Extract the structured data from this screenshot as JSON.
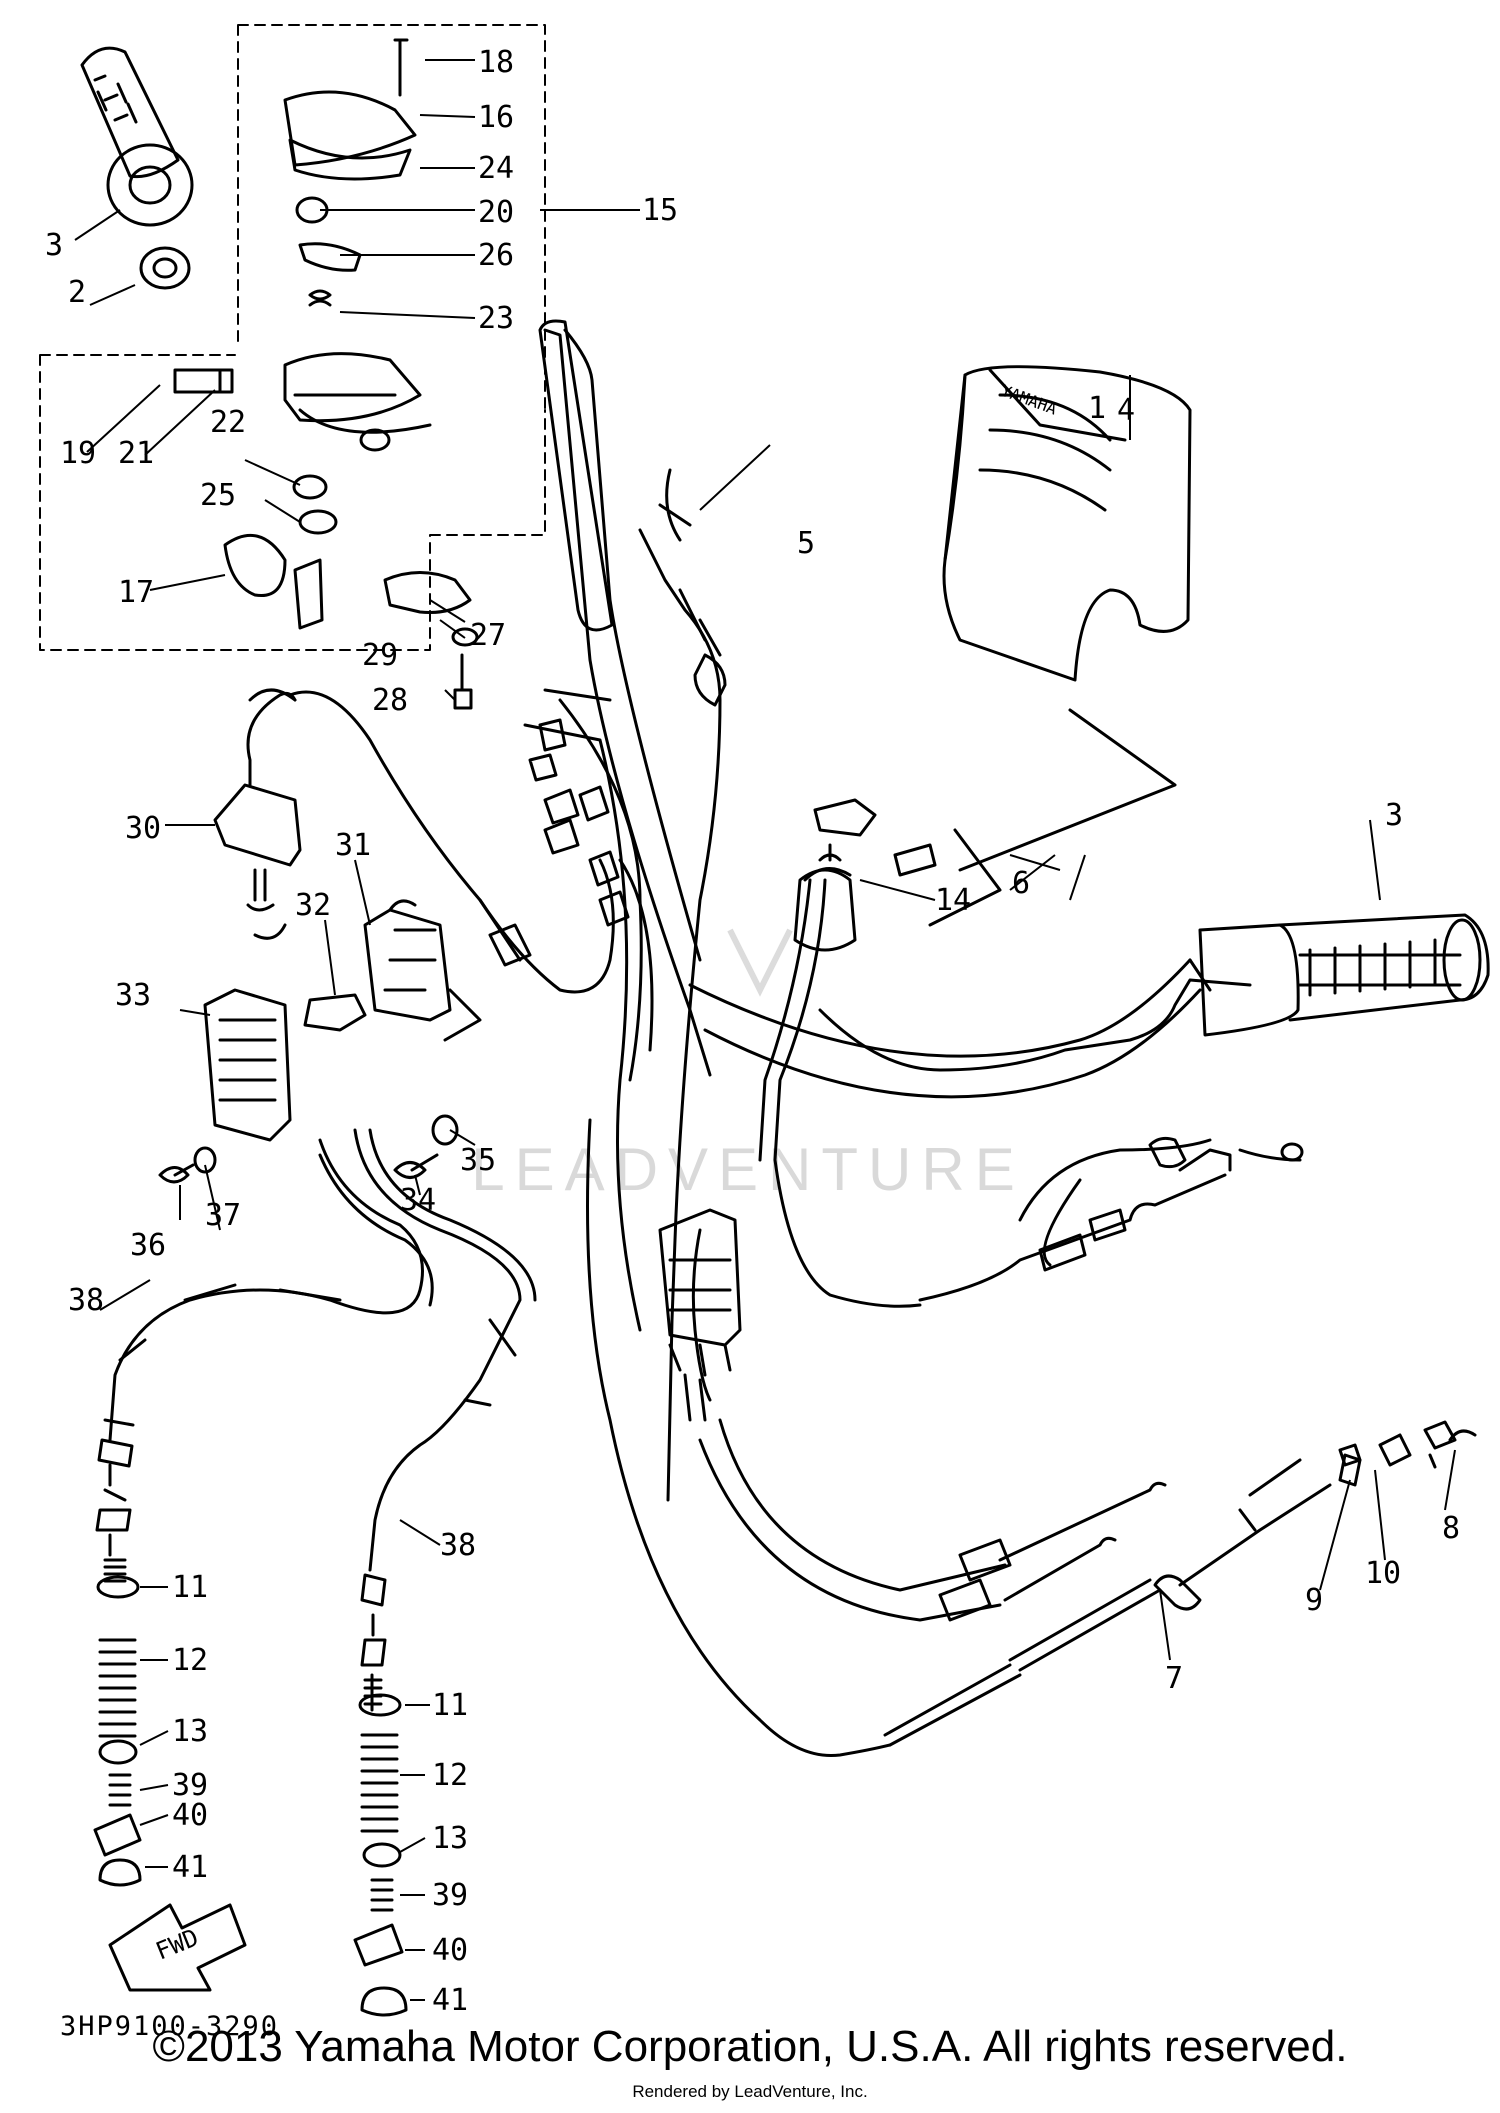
{
  "diagram": {
    "part_code": "3HP9100-3290",
    "watermark": "LEADVENTURE",
    "fwd_label": "FWD",
    "decal_text": "YAMAHA",
    "copyright": "©2013 Yamaha Motor Corporation, U.S.A. All rights reserved.",
    "rendered_by": "Rendered by LeadVenture, Inc.",
    "callouts": [
      "1",
      "2",
      "3",
      "3",
      "4",
      "5",
      "6",
      "7",
      "8",
      "9",
      "10",
      "11",
      "11",
      "12",
      "12",
      "13",
      "13",
      "14",
      "15",
      "16",
      "17",
      "18",
      "19",
      "20",
      "21",
      "22",
      "23",
      "24",
      "25",
      "26",
      "27",
      "28",
      "29",
      "30",
      "31",
      "32",
      "33",
      "34",
      "35",
      "36",
      "37",
      "38",
      "38",
      "39",
      "39",
      "40",
      "40",
      "41",
      "41"
    ]
  }
}
